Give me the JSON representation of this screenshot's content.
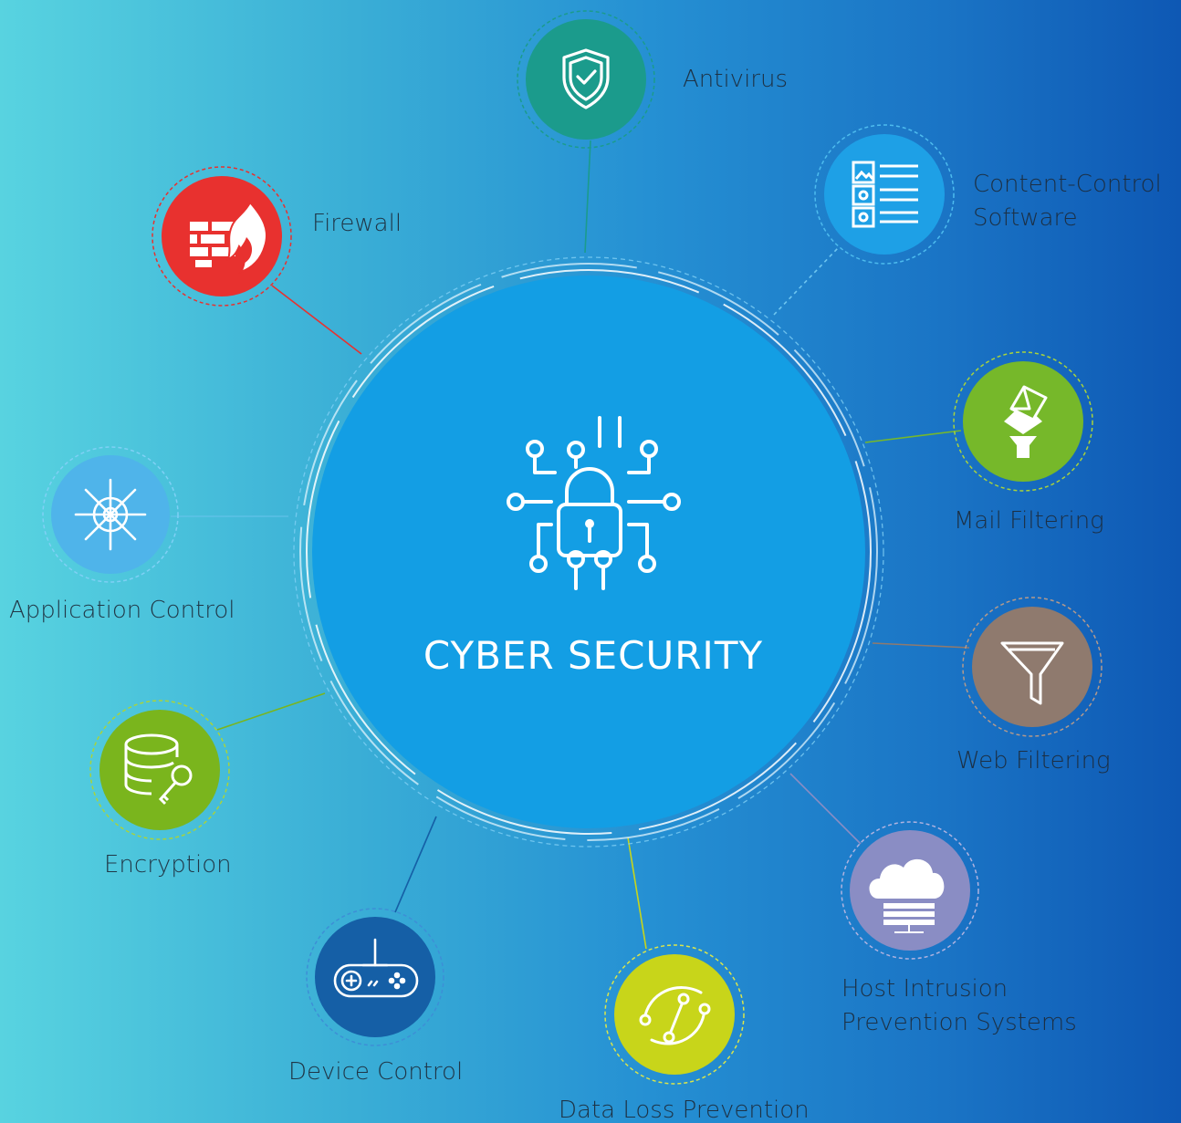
{
  "hub": {
    "title": "CYBER SECURITY",
    "icon": "circuit-lock-icon",
    "color": "#139ee4"
  },
  "nodes": [
    {
      "id": "antivirus",
      "label": [
        "Antivirus"
      ],
      "icon": "shield-check-icon",
      "color": "#1b9b8c"
    },
    {
      "id": "content-control",
      "label": [
        "Content-Control",
        "Software"
      ],
      "icon": "content-list-icon",
      "color": "#1ea0e6"
    },
    {
      "id": "firewall",
      "label": [
        "Firewall"
      ],
      "icon": "firewall-flame-icon",
      "color": "#e8312f"
    },
    {
      "id": "mail-filtering",
      "label": [
        "Mail Filtering"
      ],
      "icon": "mail-funnel-icon",
      "color": "#76b82a"
    },
    {
      "id": "application-control",
      "label": [
        "Application Control"
      ],
      "icon": "ship-wheel-icon",
      "color": "#4fb4ea"
    },
    {
      "id": "web-filtering",
      "label": [
        "Web Filtering"
      ],
      "icon": "funnel-icon",
      "color": "#8f7a6e"
    },
    {
      "id": "encryption",
      "label": [
        "Encryption"
      ],
      "icon": "database-key-icon",
      "color": "#7ab51d"
    },
    {
      "id": "host-intrusion",
      "label": [
        "Host Intrusion",
        "Prevention Systems"
      ],
      "icon": "cloud-server-icon",
      "color": "#8a8dc4"
    },
    {
      "id": "device-control",
      "label": [
        "Device Control"
      ],
      "icon": "gamepad-icon",
      "color": "#155fa6"
    },
    {
      "id": "data-loss-prevention",
      "label": [
        "Data Loss Prevention"
      ],
      "icon": "curve-nodes-icon",
      "color": "#c8d51a"
    }
  ]
}
